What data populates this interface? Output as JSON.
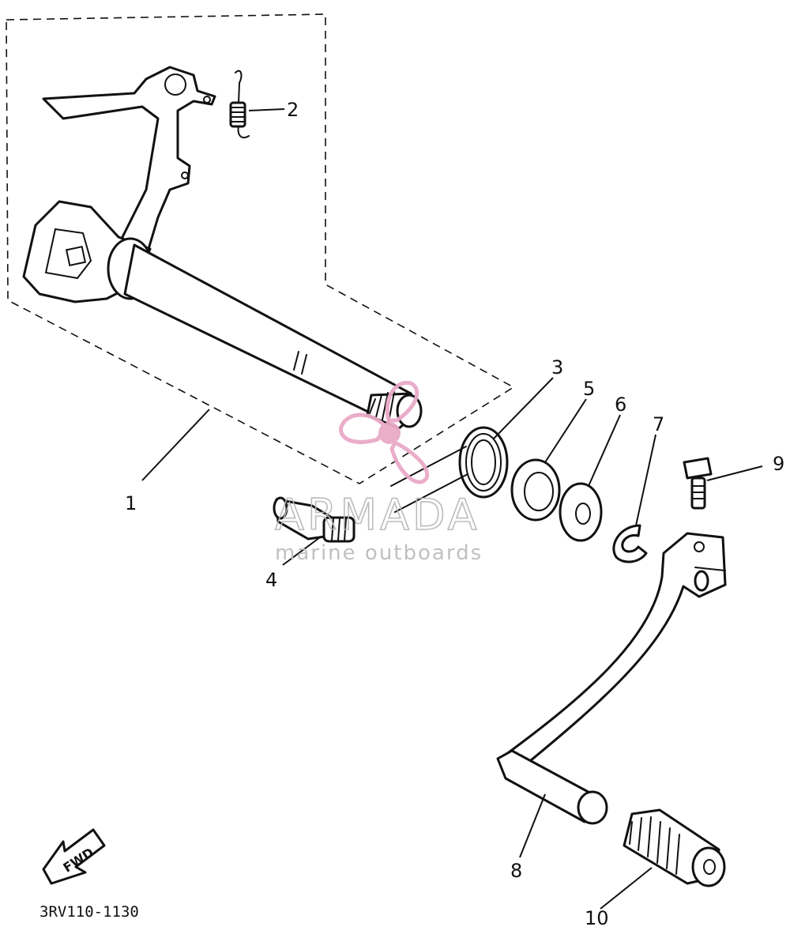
{
  "diagram": {
    "part_code": "3RV110-1130",
    "fwd_label": "FWD",
    "callouts": [
      {
        "id": "c1",
        "text": "1"
      },
      {
        "id": "c2",
        "text": "2"
      },
      {
        "id": "c3",
        "text": "3"
      },
      {
        "id": "c4",
        "text": "4"
      },
      {
        "id": "c5",
        "text": "5"
      },
      {
        "id": "c6",
        "text": "6"
      },
      {
        "id": "c7",
        "text": "7"
      },
      {
        "id": "c8",
        "text": "8"
      },
      {
        "id": "c9",
        "text": "9"
      },
      {
        "id": "c10",
        "text": "10"
      }
    ]
  },
  "watermark": {
    "brand": "ARMADA",
    "tagline": "marine outboards",
    "accent_color": "#e9a9c8",
    "text_color": "#bdbdbd"
  }
}
